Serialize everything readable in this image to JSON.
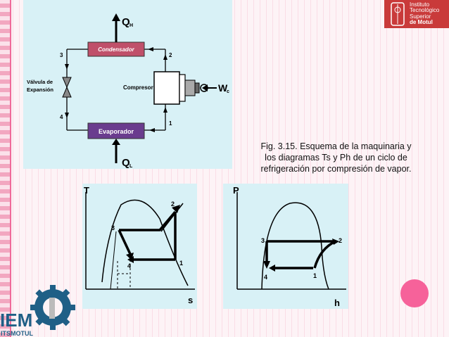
{
  "schematic": {
    "q_h": "Q",
    "q_h_sub": "H",
    "q_l": "Q",
    "q_l_sub": "L",
    "w_c": "W",
    "w_c_sub": "c",
    "condensador": "Condensador",
    "evaporador": "Evaporador",
    "compresor": "Compresor",
    "valvula_line1": "Válvula de",
    "valvula_line2": "Expansión",
    "point_1": "1",
    "point_2": "2",
    "point_3": "3",
    "point_4": "4"
  },
  "caption": {
    "line1": "Fig. 3.15. Esquema de la maquinaria y",
    "line2": "los diagramas Ts y  Ph de un ciclo de",
    "line3": "refrigeración por compresión de vapor."
  },
  "ts_diagram": {
    "y_axis": "T",
    "x_axis": "s",
    "point_1": "1",
    "point_2": "2",
    "point_3": "3",
    "point_4": "4"
  },
  "ph_diagram": {
    "y_axis": "P",
    "x_axis": "h",
    "point_1": "1",
    "point_2": "2",
    "point_3": "3",
    "point_4": "4"
  },
  "logo_top_right": {
    "line1": "Instituto",
    "line2": "Tecnológico",
    "line3": "Superior",
    "line4": "de Motul"
  },
  "logo_bottom_left": {
    "text": "ITSMOTUL",
    "big": "IEM"
  },
  "colors": {
    "panel": "#d8f1f6",
    "condensador_box": "#c0506a",
    "evaporador_box": "#6a3c8e",
    "logo_red": "#c93a3a",
    "accent_pink": "#f6629a"
  }
}
